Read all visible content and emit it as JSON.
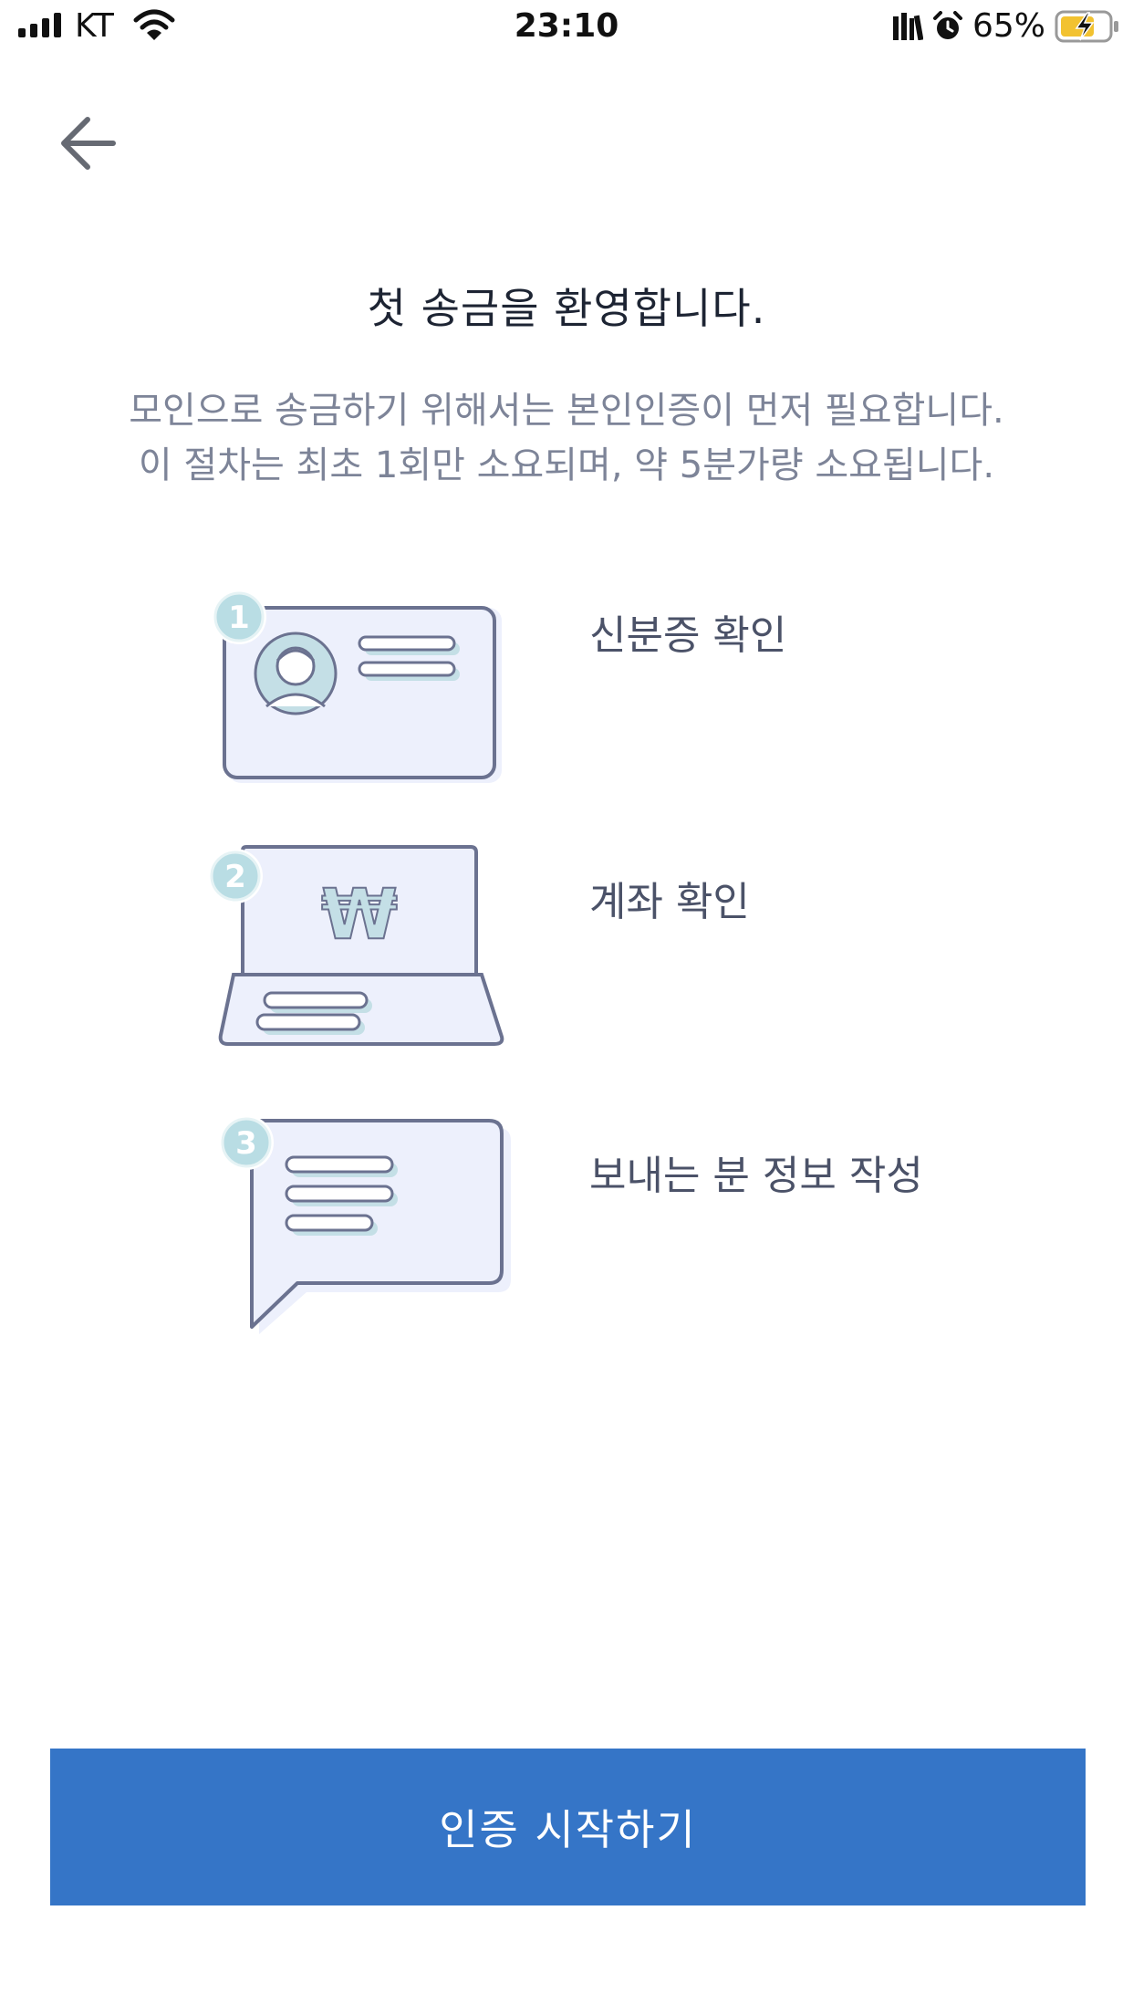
{
  "status_bar": {
    "carrier": "KT",
    "time": "23:10",
    "battery": "65%",
    "icons": [
      "signal-icon",
      "wifi-icon",
      "library-icon",
      "alarm-icon",
      "battery-charging-icon"
    ]
  },
  "nav": {
    "back_icon": "arrow-left-icon"
  },
  "intro": {
    "title": "첫 송금을 환영합니다.",
    "line1": "모인으로 송금하기 위해서는 본인인증이 먼저 필요합니다.",
    "line2": "이 절차는 최초 1회만 소요되며, 약 5분가량 소요됩니다."
  },
  "steps": [
    {
      "number": "1",
      "label": "신분증 확인",
      "icon": "id-card-icon"
    },
    {
      "number": "2",
      "label": "계좌 확인",
      "icon": "laptop-won-icon"
    },
    {
      "number": "3",
      "label": "보내는 분 정보 작성",
      "icon": "speech-bubble-icon"
    }
  ],
  "cta": {
    "label": "인증 시작하기"
  },
  "colors": {
    "accent": "#3575c7",
    "illustration_fill": "#edf0fc",
    "illustration_stroke": "#6b7290",
    "badge": "#b9dde4"
  }
}
